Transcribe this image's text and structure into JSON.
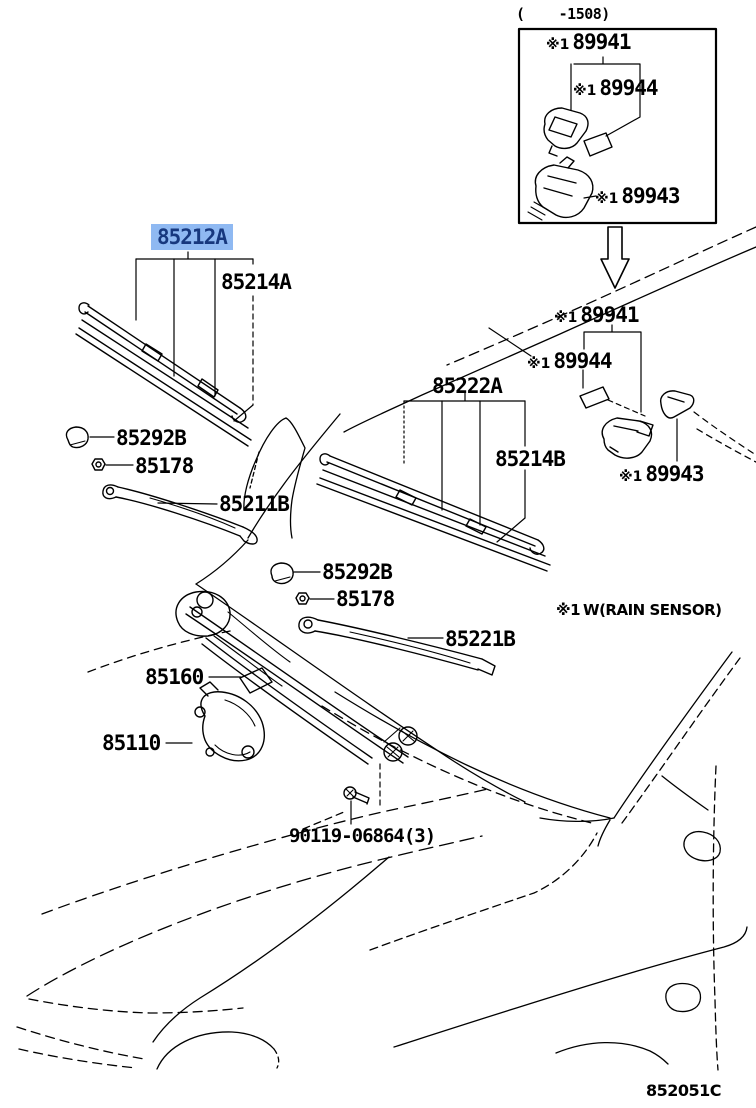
{
  "header": {
    "applicability_note": "(    -1508)"
  },
  "footer": {
    "figure_code": "852051C"
  },
  "notes": {
    "rain_sensor": {
      "prefix": "※1",
      "text": "W(RAIN SENSOR)"
    }
  },
  "colors": {
    "highlight_bg": "#8fb9f2",
    "highlight_text": "#17387e",
    "line": "#000000"
  },
  "inset": {
    "label_89941": {
      "prefix": "※1",
      "number": "89941"
    },
    "label_89944": {
      "prefix": "※1",
      "number": "89944"
    },
    "label_89943": {
      "prefix": "※1",
      "number": "89943"
    }
  },
  "callouts": {
    "c85212a": {
      "number": "85212A",
      "highlighted": true
    },
    "c85214a": {
      "number": "85214A"
    },
    "c85292b_1": {
      "number": "85292B"
    },
    "c85178_1": {
      "number": "85178"
    },
    "c85211b": {
      "number": "85211B"
    },
    "c85222a": {
      "number": "85222A"
    },
    "c85214b": {
      "number": "85214B"
    },
    "c89941": {
      "prefix": "※1",
      "number": "89941"
    },
    "c89944": {
      "prefix": "※1",
      "number": "89944"
    },
    "c89943": {
      "prefix": "※1",
      "number": "89943"
    },
    "c85292b_2": {
      "number": "85292B"
    },
    "c85178_2": {
      "number": "85178"
    },
    "c85221b": {
      "number": "85221B"
    },
    "c85160": {
      "number": "85160"
    },
    "c85110": {
      "number": "85110"
    },
    "c90119": {
      "number": "90119-06864(3)"
    }
  }
}
